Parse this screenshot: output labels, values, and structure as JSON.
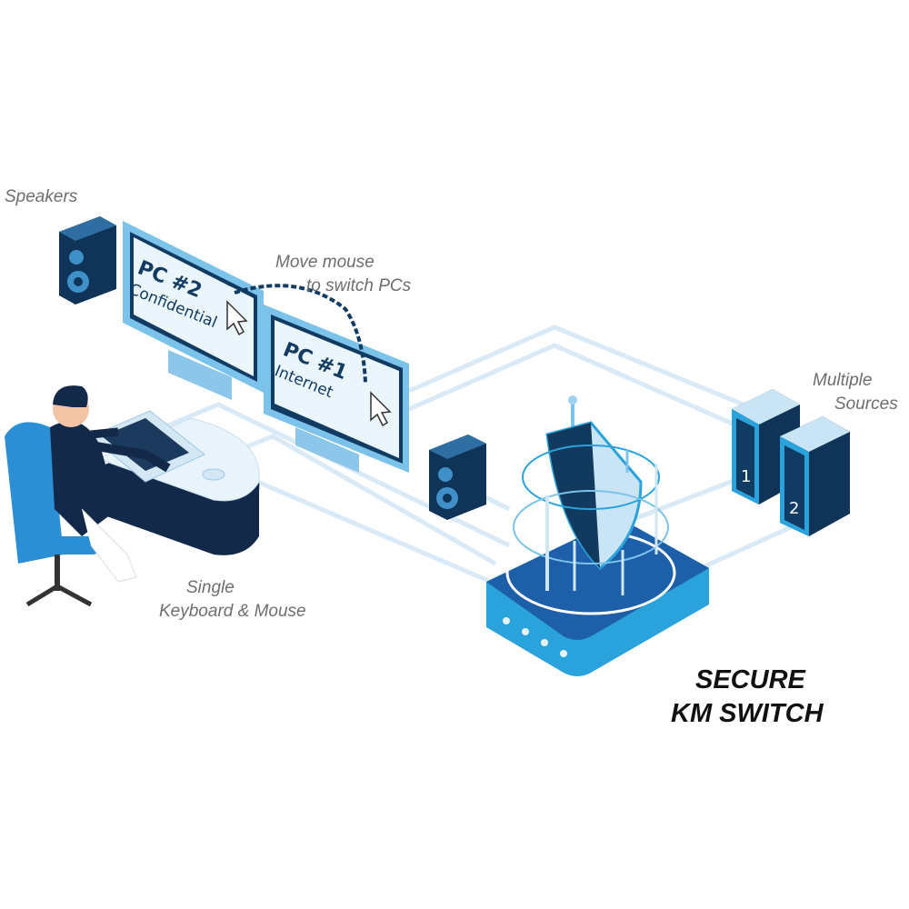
{
  "labels": {
    "speakers": "Speakers",
    "move_mouse_line1": "Move mouse",
    "move_mouse_line2": "to switch PCs",
    "multiple_sources_line1": "Multiple",
    "multiple_sources_line2": "Sources",
    "single_kb_line1": "Single",
    "single_kb_line2": "Keyboard & Mouse",
    "secure_line1": "SECURE",
    "secure_line2": "KM SWITCH"
  },
  "monitors": [
    {
      "title": "PC #2",
      "subtitle": "Confidential"
    },
    {
      "title": "PC #1",
      "subtitle": "Internet"
    }
  ],
  "servers": [
    {
      "number": "1"
    },
    {
      "number": "2"
    }
  ],
  "colors": {
    "dark_navy": "#12395e",
    "mid_blue": "#1e5faa",
    "light_blue": "#2aa2dc",
    "pale_blue": "#cfe6f4",
    "cable": "#d9e9f5",
    "label_gray": "#6d6e71"
  }
}
